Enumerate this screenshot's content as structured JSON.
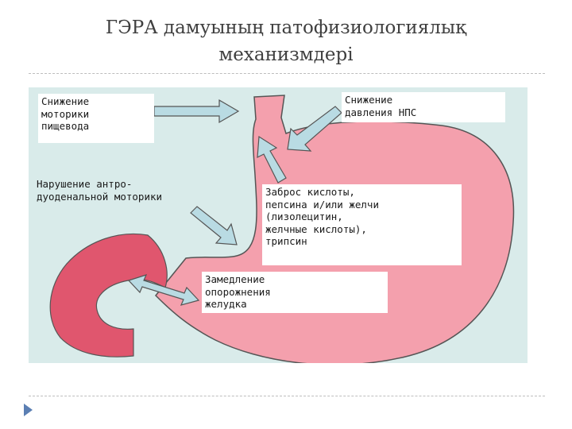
{
  "slide": {
    "title_line1": "ГЭРА дамуының патофизиологиялық",
    "title_line2": "механизмдері"
  },
  "figure": {
    "labels": {
      "esophagus_motility": "Снижение\nмоторики\nпищевода",
      "les_pressure": "Снижение\nдавления НПС",
      "antroduodenal": "Нарушение антро-\nдуоденальной моторики",
      "reflux": "Заброс кислоты,\nпепсина и/или желчи\n(лизолецитин,\nжелчные кислоты),\nтрипсин",
      "gastric_emptying": "Замедление\nопорожнения\nжелудка"
    },
    "colors": {
      "background": "#d9ebea",
      "stomach": "#f4a0ad",
      "duodenum": "#e0566e",
      "arrow_fill": "#b9dbe3",
      "arrow_stroke": "#555555"
    }
  }
}
